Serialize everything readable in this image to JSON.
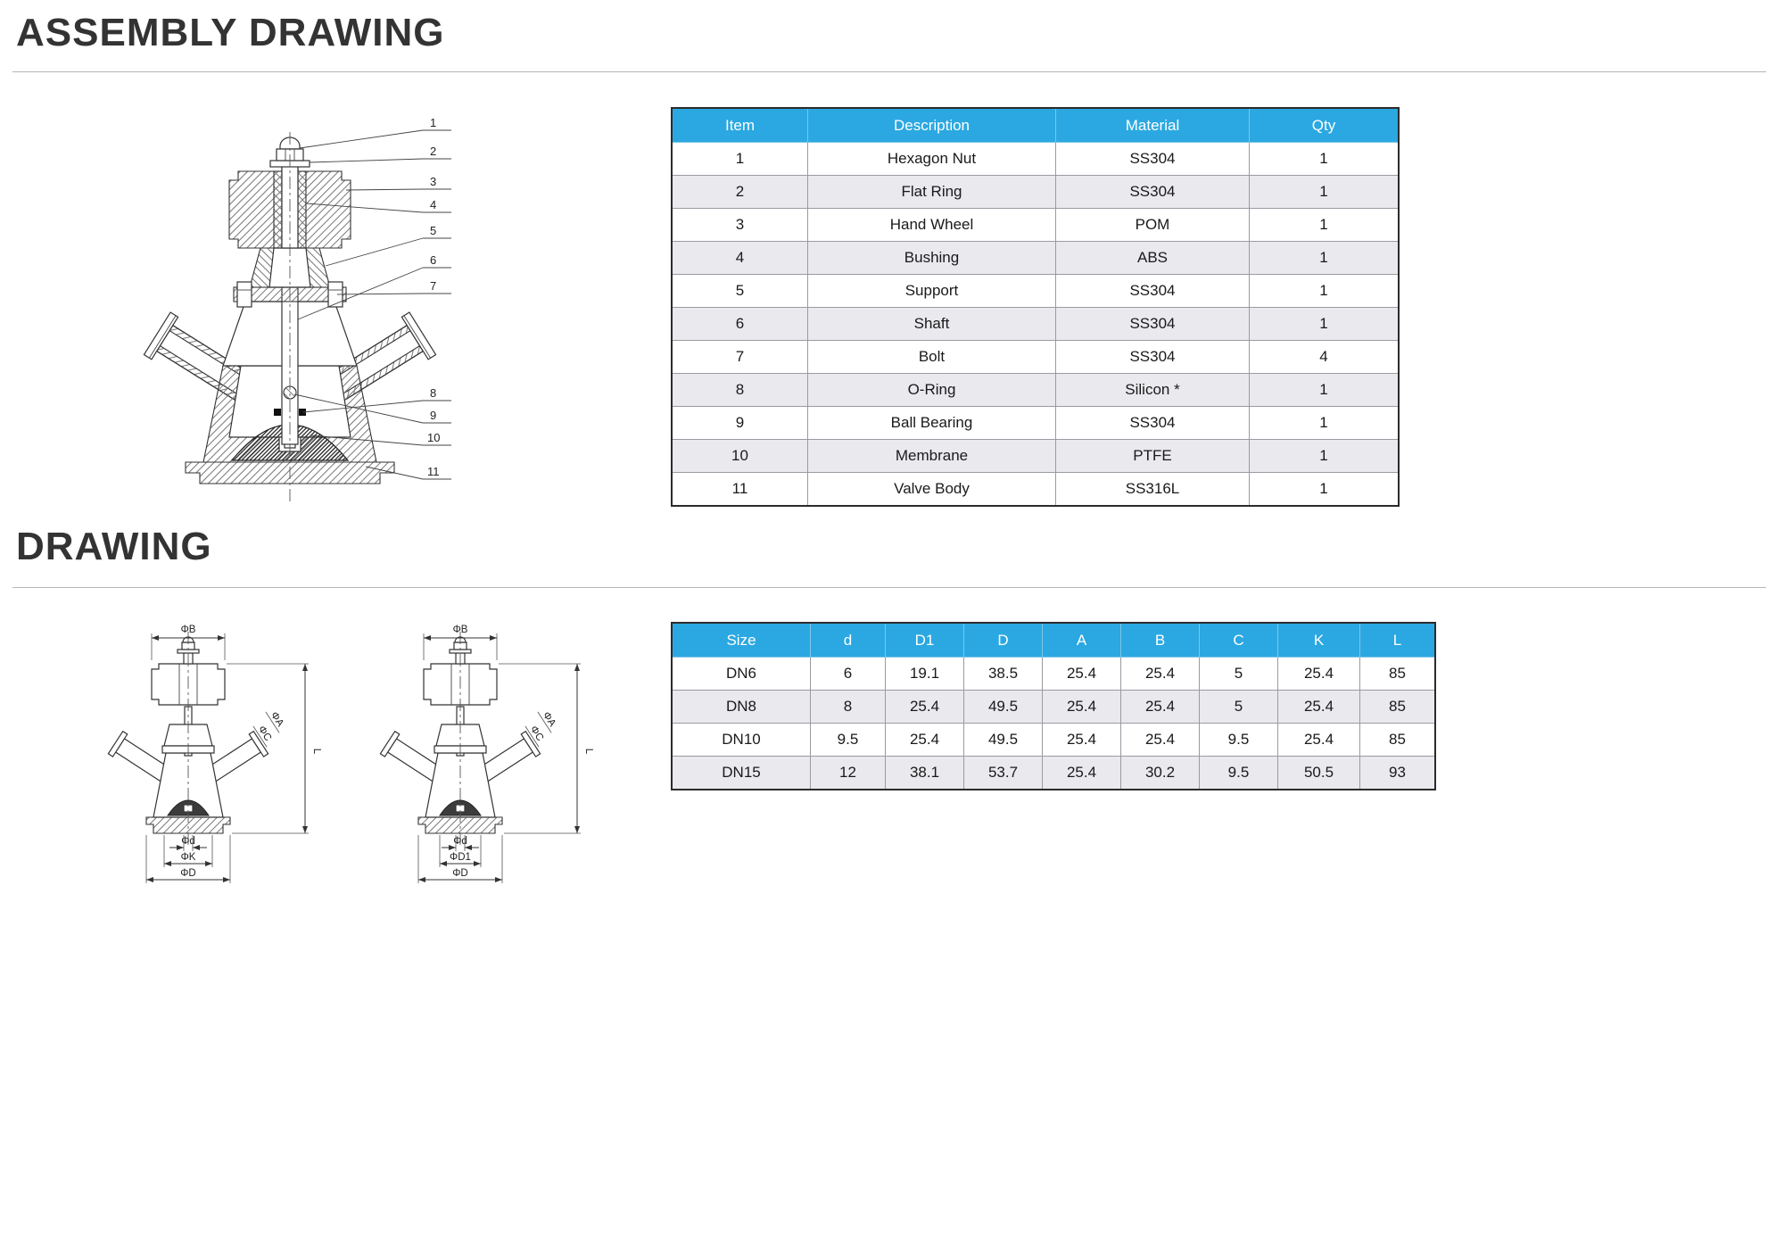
{
  "colors": {
    "table_header_bg": "#2ba8e1",
    "table_header_text": "#ffffff",
    "row_alt_bg": "#e9e9ee"
  },
  "sections": {
    "assembly_title": "ASSEMBLY DRAWING",
    "drawing_title": "DRAWING"
  },
  "tables": {
    "parts": {
      "headers": [
        "Item",
        "Description",
        "Material",
        "Qty"
      ],
      "rows": [
        [
          "1",
          "Hexagon Nut",
          "SS304",
          "1"
        ],
        [
          "2",
          "Flat Ring",
          "SS304",
          "1"
        ],
        [
          "3",
          "Hand Wheel",
          "POM",
          "1"
        ],
        [
          "4",
          "Bushing",
          "ABS",
          "1"
        ],
        [
          "5",
          "Support",
          "SS304",
          "1"
        ],
        [
          "6",
          "Shaft",
          "SS304",
          "1"
        ],
        [
          "7",
          "Bolt",
          "SS304",
          "4"
        ],
        [
          "8",
          "O-Ring",
          "Silicon *",
          "1"
        ],
        [
          "9",
          "Ball Bearing",
          "SS304",
          "1"
        ],
        [
          "10",
          "Membrane",
          "PTFE",
          "1"
        ],
        [
          "11",
          "Valve Body",
          "SS316L",
          "1"
        ]
      ]
    },
    "sizes": {
      "headers": [
        "Size",
        "d",
        "D1",
        "D",
        "A",
        "B",
        "C",
        "K",
        "L"
      ],
      "rows": [
        [
          "DN6",
          "6",
          "19.1",
          "38.5",
          "25.4",
          "25.4",
          "5",
          "25.4",
          "85"
        ],
        [
          "DN8",
          "8",
          "25.4",
          "49.5",
          "25.4",
          "25.4",
          "5",
          "25.4",
          "85"
        ],
        [
          "DN10",
          "9.5",
          "25.4",
          "49.5",
          "25.4",
          "25.4",
          "9.5",
          "25.4",
          "85"
        ],
        [
          "DN15",
          "12",
          "38.1",
          "53.7",
          "25.4",
          "30.2",
          "9.5",
          "50.5",
          "93"
        ]
      ]
    }
  },
  "assembly": {
    "callouts": [
      "1",
      "2",
      "3",
      "4",
      "5",
      "6",
      "7",
      "8",
      "9",
      "10",
      "11"
    ]
  },
  "drawings": {
    "left": {
      "labels": {
        "B": "ΦB",
        "A": "ΦA",
        "C": "ΦC",
        "L": "L",
        "d": "Φd",
        "K": "ΦK",
        "D": "ΦD"
      }
    },
    "right": {
      "labels": {
        "B": "ΦB",
        "A": "ΦA",
        "C": "ΦC",
        "L": "L",
        "d": "Φd",
        "D1": "ΦD1",
        "D": "ΦD"
      }
    }
  }
}
